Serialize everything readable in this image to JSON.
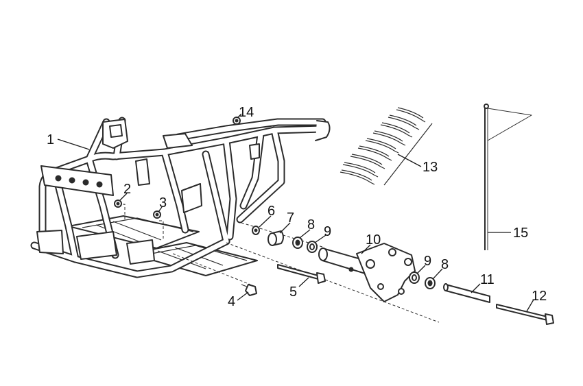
{
  "callouts": [
    {
      "id": "1",
      "text": "1"
    },
    {
      "id": "2",
      "text": "2"
    },
    {
      "id": "3",
      "text": "3"
    },
    {
      "id": "4",
      "text": "4"
    },
    {
      "id": "5",
      "text": "5"
    },
    {
      "id": "6",
      "text": "6"
    },
    {
      "id": "7",
      "text": "7"
    },
    {
      "id": "8a",
      "text": "8"
    },
    {
      "id": "9a",
      "text": "9"
    },
    {
      "id": "10",
      "text": "10"
    },
    {
      "id": "9b",
      "text": "9"
    },
    {
      "id": "8b",
      "text": "8"
    },
    {
      "id": "11",
      "text": "11"
    },
    {
      "id": "12",
      "text": "12"
    },
    {
      "id": "13",
      "text": "13"
    },
    {
      "id": "14",
      "text": "14"
    },
    {
      "id": "15",
      "text": "15"
    }
  ]
}
